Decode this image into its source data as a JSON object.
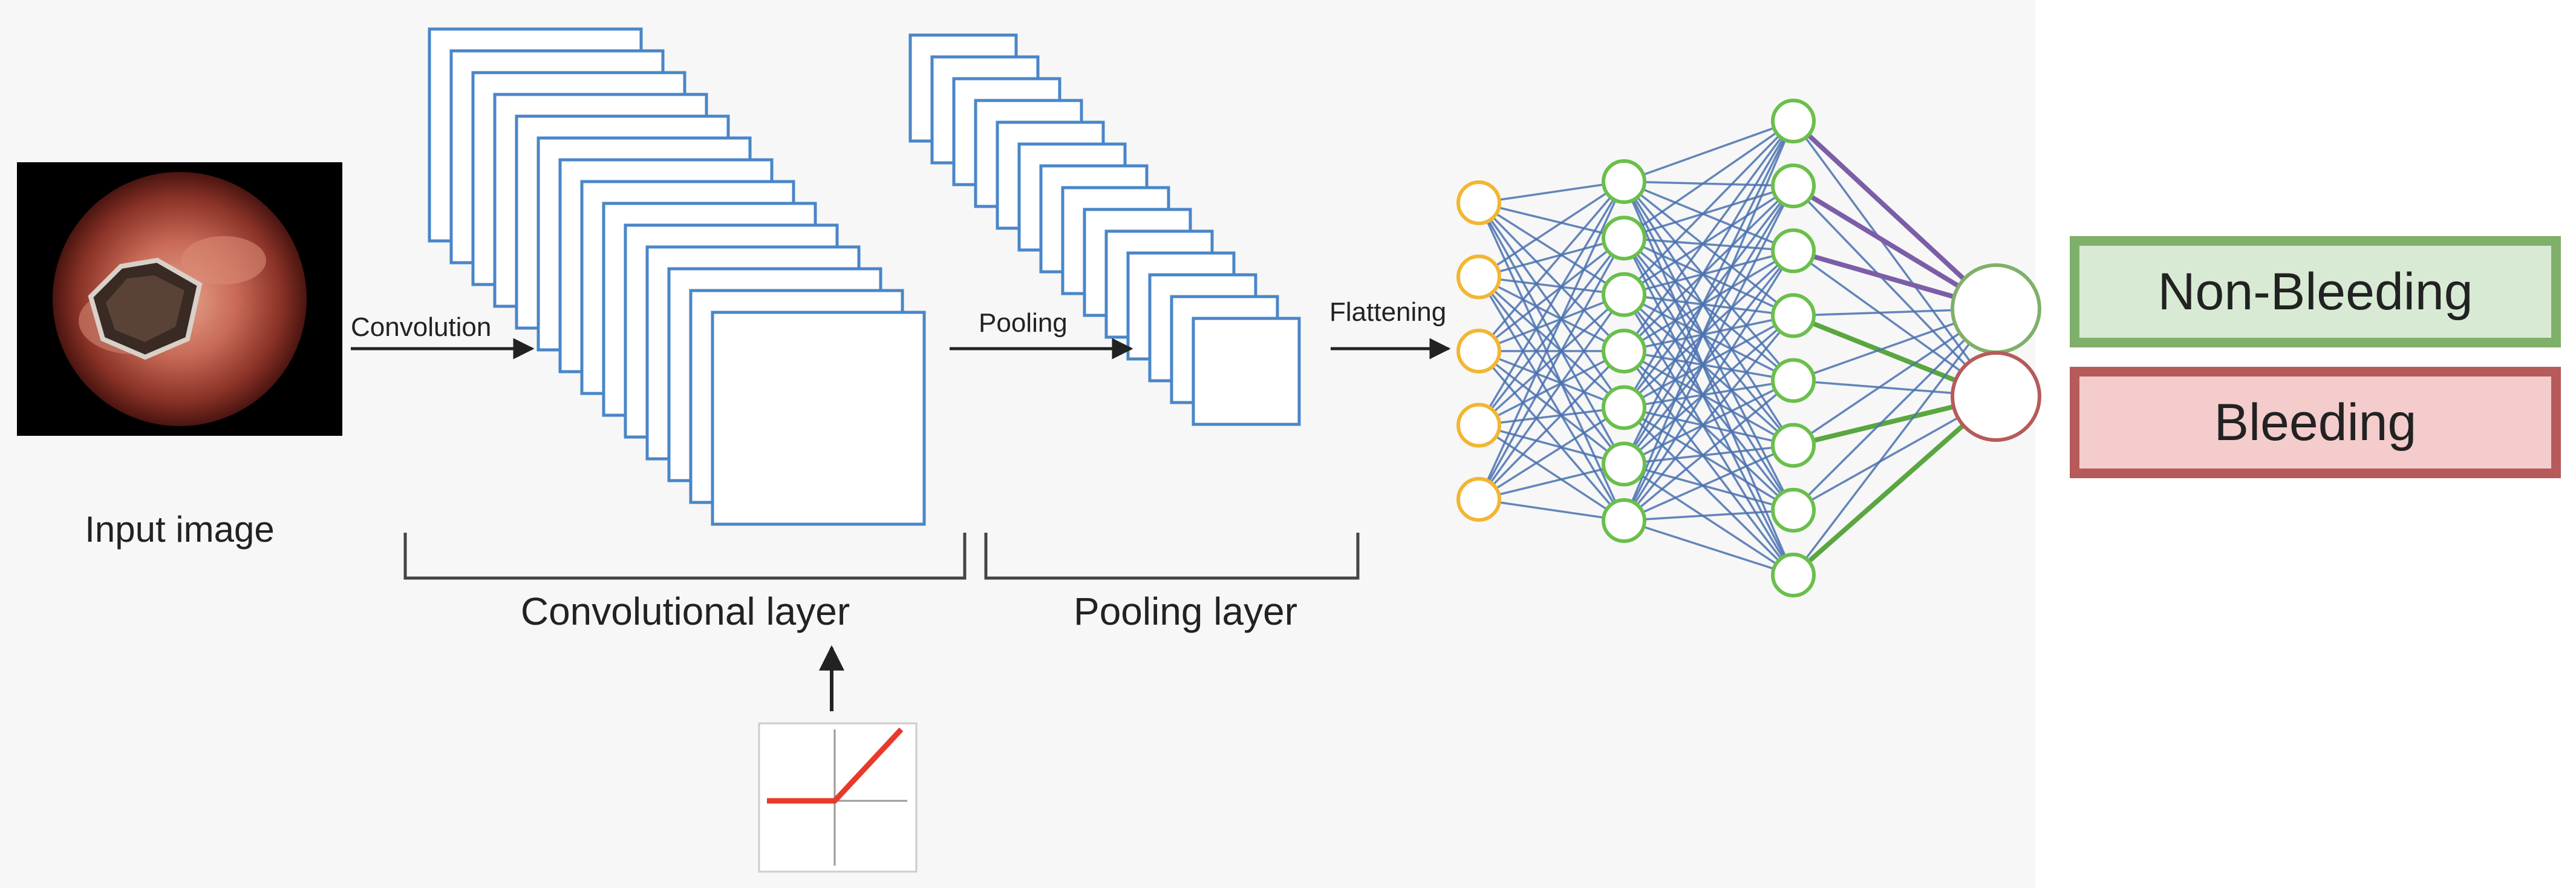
{
  "labels": {
    "input_image": "Input image",
    "convolution": "Convolution",
    "pooling": "Pooling",
    "flattening": "Flattening",
    "convolutional_layer": "Convolutional layer",
    "pooling_layer": "Pooling layer"
  },
  "outputs": {
    "non_bleeding": "Non-Bleeding",
    "bleeding": "Bleeding"
  },
  "network": {
    "layers": [
      5,
      7,
      8,
      2
    ]
  },
  "colors": {
    "feature_map_border": "#4a86c8",
    "input_node": "#f2b632",
    "hidden_node": "#6abf4b",
    "output_node_nonbleed": "#7fb069",
    "output_node_bleed": "#b65a5a",
    "edge": "#4a72b0",
    "edge_green": "#5aa640",
    "edge_purple": "#7b5ea7",
    "relu_line": "#e8392b",
    "nonbleed_box": "#7fb069",
    "bleed_box": "#b65a5a"
  }
}
